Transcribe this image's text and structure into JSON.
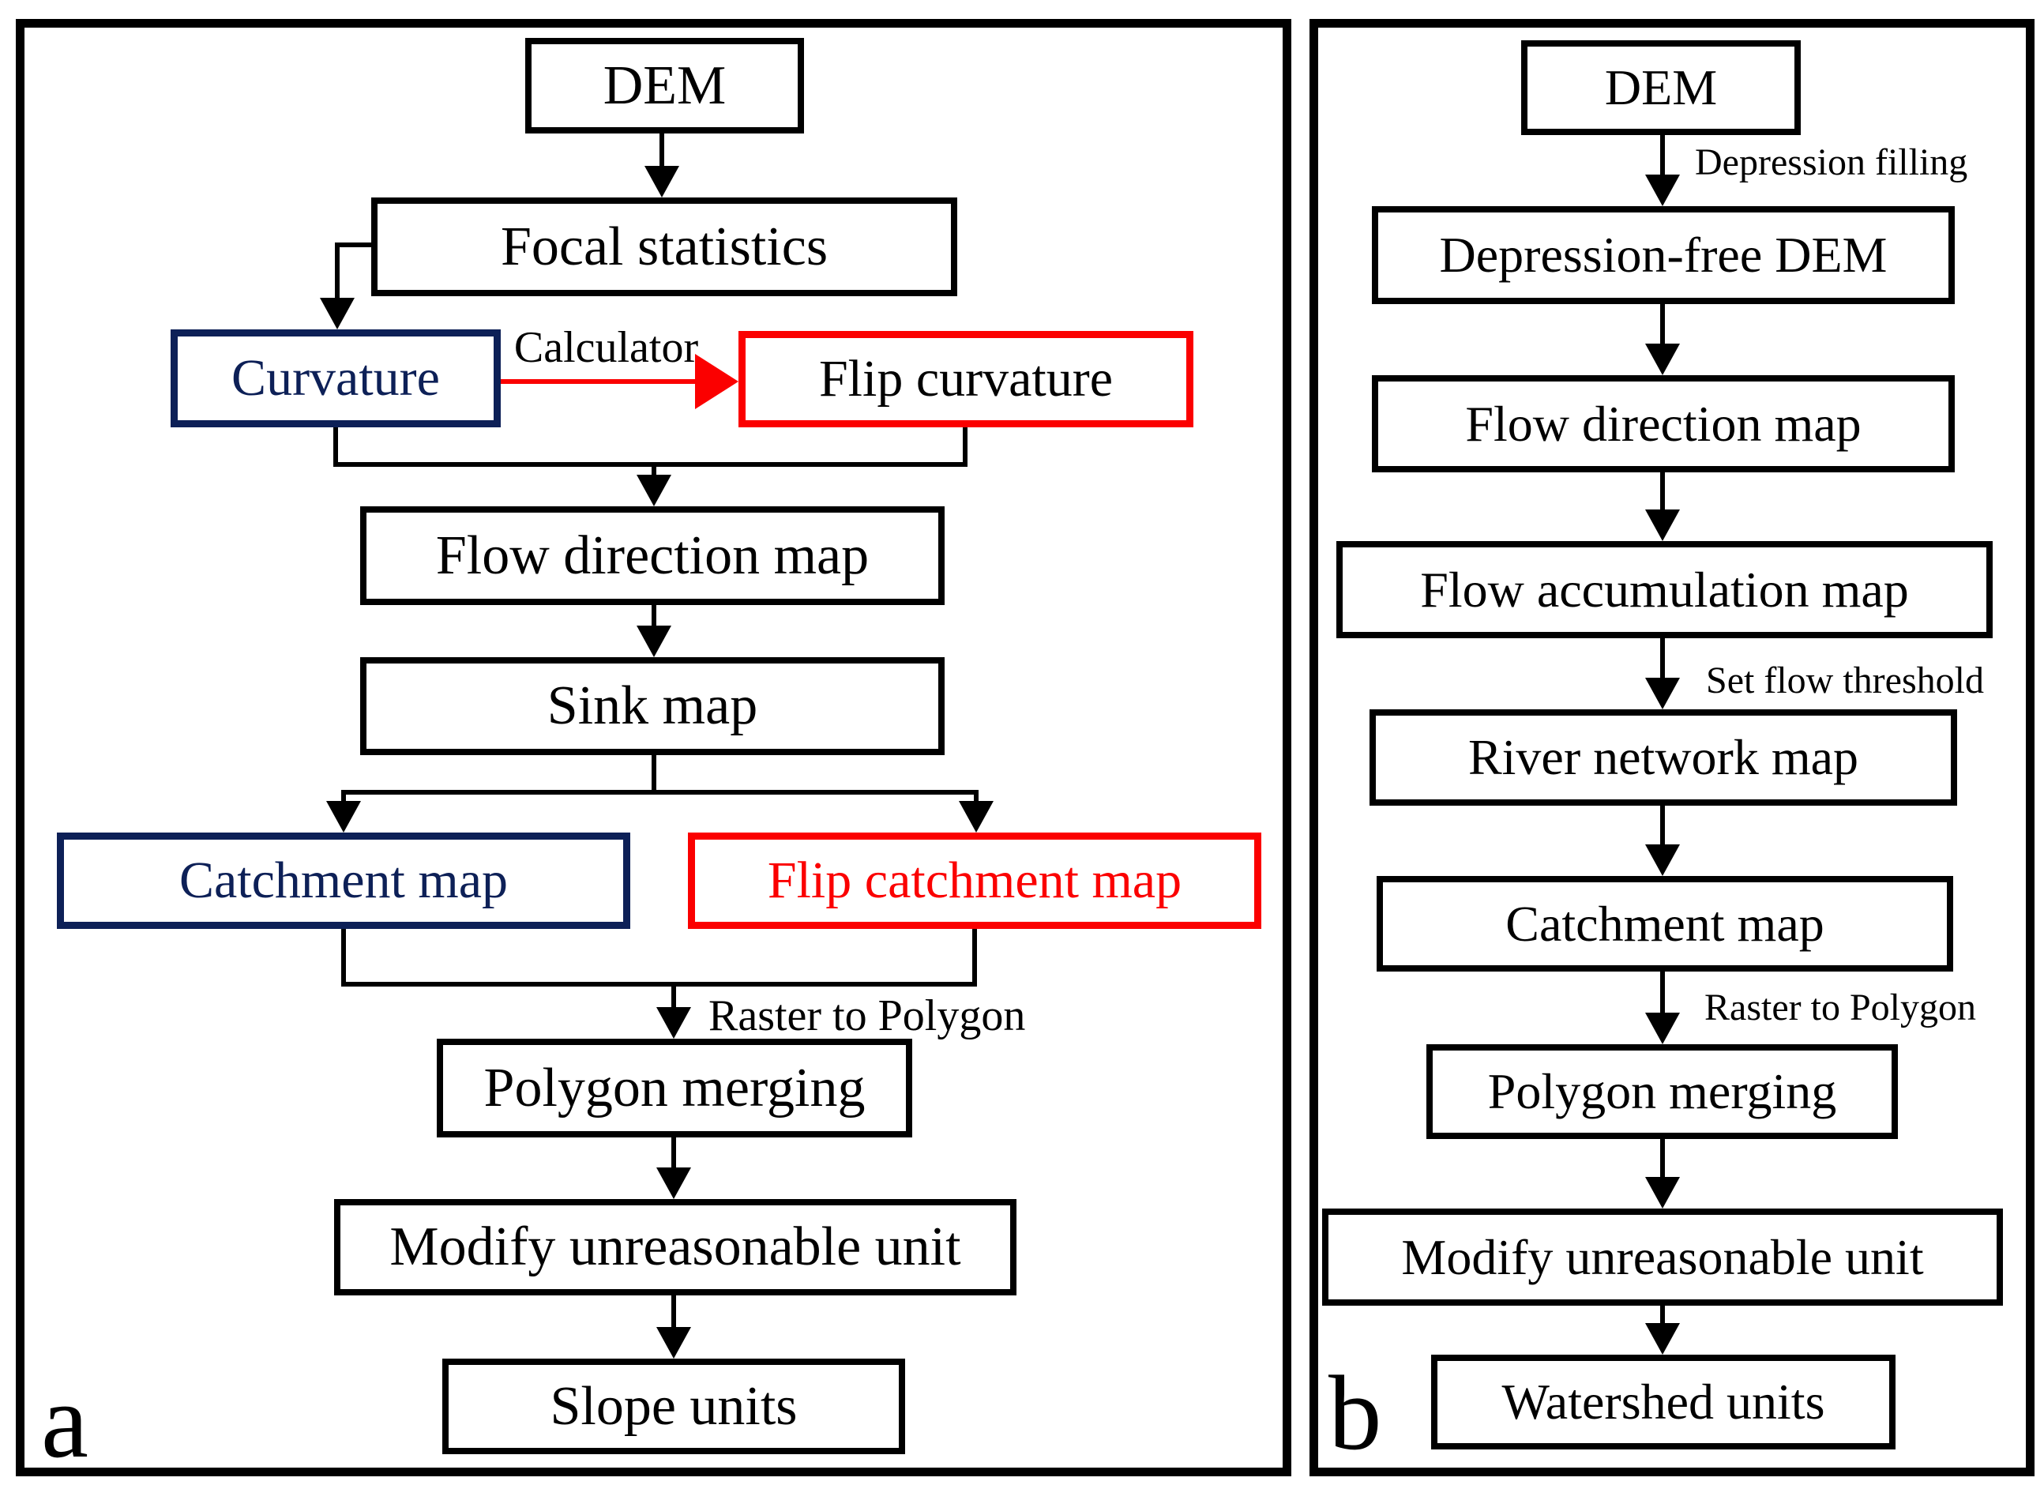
{
  "colors": {
    "accent_navy": "#0d2057",
    "accent_red": "#fb0000",
    "line_black": "#000000",
    "background": "#ffffff"
  },
  "panel_a": {
    "panel_label": "a",
    "dem": "DEM",
    "focal_statistics": "Focal statistics",
    "curvature": "Curvature",
    "calculator_label": "Calculator",
    "flip_curvature": "Flip curvature",
    "flow_direction": "Flow direction map",
    "sink_map": "Sink map",
    "catchment_map": "Catchment map",
    "flip_catchment_map": "Flip catchment map",
    "raster_to_polygon_label": "Raster to Polygon",
    "polygon_merging": "Polygon merging",
    "modify_unreasonable": "Modify unreasonable unit",
    "slope_units": "Slope units"
  },
  "panel_b": {
    "panel_label": "b",
    "dem": "DEM",
    "depression_filling_label": "Depression filling",
    "depression_free_dem": "Depression-free DEM",
    "flow_direction": "Flow direction map",
    "flow_accumulation": "Flow accumulation map",
    "set_flow_threshold_label": "Set flow threshold",
    "river_network": "River network map",
    "catchment_map": "Catchment map",
    "raster_to_polygon_label": "Raster to Polygon",
    "polygon_merging": "Polygon merging",
    "modify_unreasonable": "Modify unreasonable unit",
    "watershed_units": "Watershed units"
  }
}
